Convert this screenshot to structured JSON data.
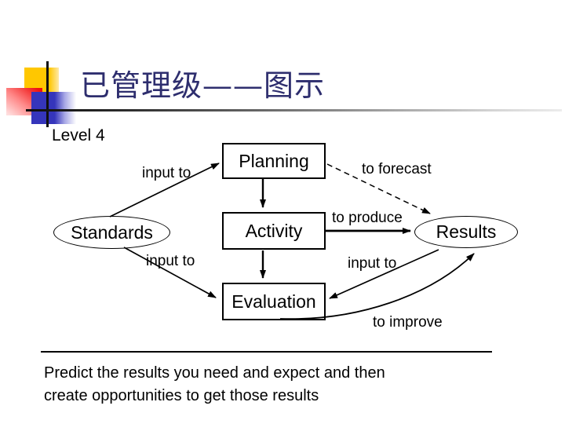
{
  "slide": {
    "title": "已管理级——图示",
    "level_label": "Level 4",
    "footer": {
      "lines": [
        "Predict the results you need and expect and then",
        "create opportunities to get those results"
      ]
    }
  },
  "diagram": {
    "nodes": {
      "planning": "Planning",
      "activity": "Activity",
      "evaluation": "Evaluation",
      "standards": "Standards",
      "results": "Results"
    },
    "edge_labels": {
      "standards_to_planning": "input to",
      "planning_to_results": "to forecast",
      "activity_to_results": "to produce",
      "standards_to_evaluation": "input to",
      "results_to_evaluation": "input to",
      "evaluation_to_results": "to improve"
    }
  },
  "colors": {
    "title_text": "#2e2e6e",
    "diagram_ink": "#000000",
    "logo_yellow": "#ffc700",
    "logo_red": "#ee1111",
    "logo_blue": "#3535bb",
    "rule_dark_end": "#0d0d0d",
    "rule_light_end": "#ececec"
  }
}
